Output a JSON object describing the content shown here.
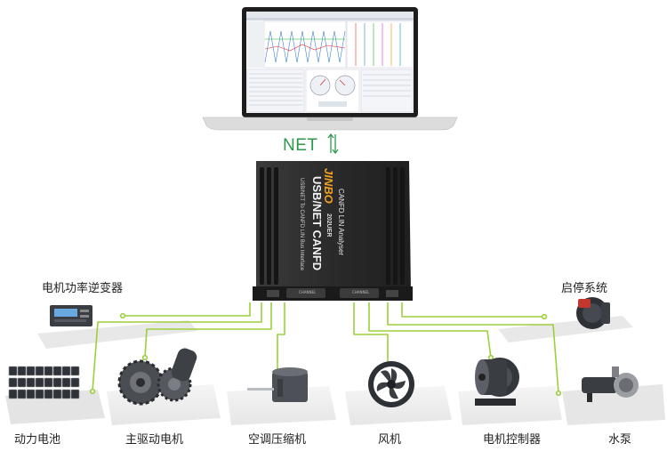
{
  "connection": {
    "label": "NET"
  },
  "device": {
    "brand": "JINBO",
    "title": "USB/NET CANFD",
    "model": "202UER",
    "subtitle": "CANFD LIN Analyser",
    "interface_text": "USB/NET To CANFD LIN Bus Interface",
    "port1": "CHANNEL",
    "port2": "CHANNEL"
  },
  "nodes": [
    {
      "id": "inverter",
      "label": "电机功率逆变器"
    },
    {
      "id": "battery",
      "label": "动力电池"
    },
    {
      "id": "drive-motor",
      "label": "主驱动电机"
    },
    {
      "id": "ac-compressor",
      "label": "空调压缩机"
    },
    {
      "id": "fan",
      "label": "风机"
    },
    {
      "id": "motor-controller",
      "label": "电机控制器"
    },
    {
      "id": "pump",
      "label": "水泵"
    },
    {
      "id": "start-stop",
      "label": "启停系统"
    }
  ],
  "colors": {
    "wire": "#9ccf3c",
    "net": "#2a9a4a",
    "device": "#2b2b2b",
    "brand": "#f0a020"
  }
}
